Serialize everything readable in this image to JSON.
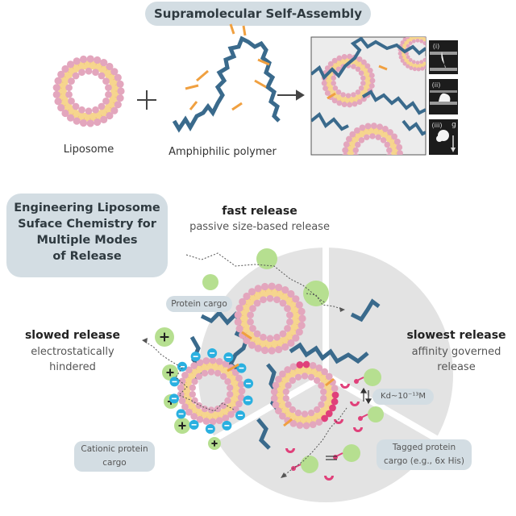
{
  "title": "Supramolecular Self-Assembly",
  "top": {
    "liposome_label": "Liposome",
    "polymer_label": "Amphiphilic polymer",
    "panel_labels": [
      "(i)",
      "(ii)",
      "(iii)"
    ],
    "gravity_label": "g"
  },
  "engineering_box": [
    "Engineering Liposome",
    "Suface Chemistry for",
    "Multiple Modes",
    "of Release"
  ],
  "modes": {
    "fast": {
      "heading": "fast release",
      "description": "passive size-based release"
    },
    "slowed": {
      "heading": "slowed release",
      "description_1": "electrostatically",
      "description_2": "hindered"
    },
    "slowest": {
      "heading": "slowest release",
      "description_1": "affinity governed",
      "description_2": "release"
    }
  },
  "tags": {
    "protein_cargo": "Protein cargo",
    "cationic_1": "Cationic protein",
    "cationic_2": "cargo",
    "tagged_1": "Tagged protein",
    "tagged_2": "cargo (e.g., 6x His)",
    "kd": "Kd~10⁻¹³M"
  },
  "colors": {
    "outer_bead": "#e3a6bd",
    "inner_bead": "#f6d58e",
    "polymer": "#3a6a8c",
    "cargo": "#b6df90",
    "pill": "#d3dde3",
    "magenta": "#e0407a",
    "negative": "#2ab0e0"
  }
}
